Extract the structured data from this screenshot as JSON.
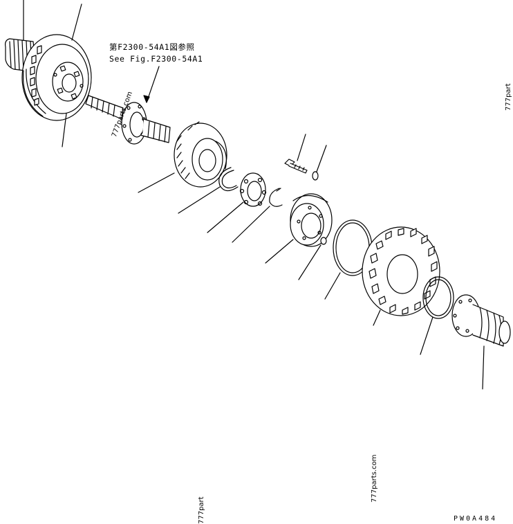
{
  "reference": {
    "jp": "第F2300-54A1図参照",
    "en": "See Fig.F2300-54A1"
  },
  "watermarks": [
    "777parts.com",
    "777part",
    "777parts.com",
    "777part"
  ],
  "drawing_code": "PW0A484"
}
